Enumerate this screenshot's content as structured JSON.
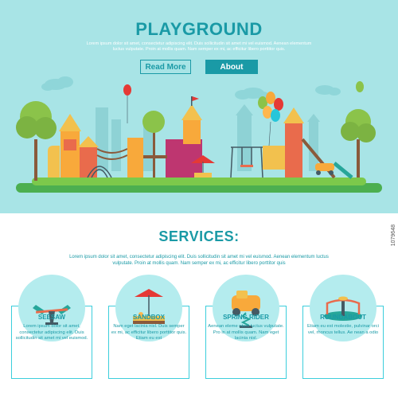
{
  "hero": {
    "title": "PLAYGROUND",
    "description": "Lorem ipsum dolor sit amet, consectetur adipiscing elit. Duis sollicitudin sit amet mi vel euismod. Aenean elementum luctus vulputate. Proin at mollis quam. Nam semper ex mi, ac efficitur libero porttitor quis.",
    "read_more_label": "Read More",
    "about_label": "About"
  },
  "services": {
    "title": "SERVICES:",
    "description": "Lorem ipsum dolor sit amet, consectetur adipiscing elit. Duis sollicitudin sit amet mi vel euismod. Aenean elementum luctus vulputate. Proin at mollis quam. Nam semper ex mi, ac efficitur libero porttitor quis",
    "items": [
      {
        "title": "SEESAW",
        "description": "Lorem ipsum dolor sit amet, consectetur adipiscing elit. Duis sollicitudin sit amet mi vel euismod.",
        "icon": "seesaw-icon"
      },
      {
        "title": "SANDBOX",
        "description": "Nam eget lacinia nisl. Duis semper ex mi, ac efficitur libero porttitor quis. Etiam eu est",
        "icon": "sandbox-icon"
      },
      {
        "title": "SPRING RIDER",
        "description": "Aenean eleme ntum luctus vulputate. Pro in at mollis quam. Nam eget lacinia nisl.",
        "icon": "spring-rider-icon"
      },
      {
        "title": "ROUNDABOUT",
        "description": "Etiam eu est molestie, pulvinar orci vel, rhoncus tellus. Ae nean a odio",
        "icon": "roundabout-icon"
      }
    ]
  },
  "watermark": "1079648",
  "colors": {
    "teal": "#1a9aa6",
    "sky": "#a8e4e6",
    "accent_border": "#3ccedc",
    "circle_bg": "#b4ecee"
  }
}
